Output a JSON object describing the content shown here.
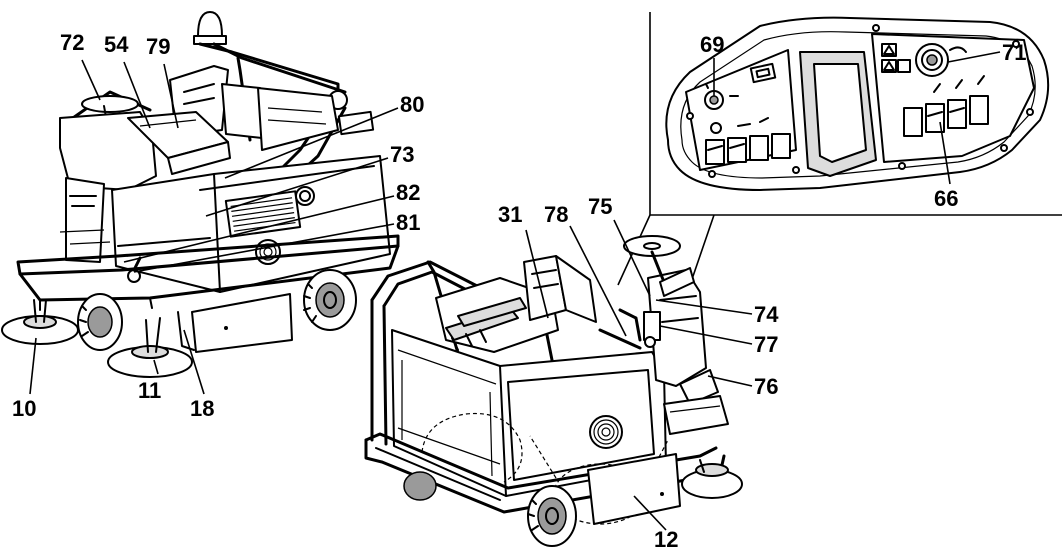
{
  "callouts": [
    {
      "id": "72",
      "text": "72"
    },
    {
      "id": "54",
      "text": "54"
    },
    {
      "id": "79",
      "text": "79"
    },
    {
      "id": "80",
      "text": "80"
    },
    {
      "id": "73",
      "text": "73"
    },
    {
      "id": "82",
      "text": "82"
    },
    {
      "id": "81",
      "text": "81"
    },
    {
      "id": "10",
      "text": "10"
    },
    {
      "id": "11",
      "text": "11"
    },
    {
      "id": "18",
      "text": "18"
    },
    {
      "id": "69",
      "text": "69"
    },
    {
      "id": "71",
      "text": "71"
    },
    {
      "id": "66",
      "text": "66"
    },
    {
      "id": "31",
      "text": "31"
    },
    {
      "id": "78",
      "text": "78"
    },
    {
      "id": "75",
      "text": "75"
    },
    {
      "id": "74",
      "text": "74"
    },
    {
      "id": "77",
      "text": "77"
    },
    {
      "id": "76",
      "text": "76"
    },
    {
      "id": "12",
      "text": "12"
    }
  ],
  "colors": {
    "line": "#000000",
    "background": "#ffffff",
    "shade": "#9a9a9a"
  }
}
